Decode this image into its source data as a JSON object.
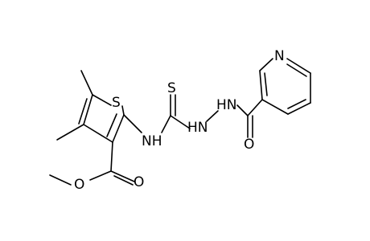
{
  "molecule": {
    "atoms": {
      "ring_sulfur": "S",
      "thioamide_nh": "NH",
      "thione_sulfur": "S",
      "hydrazine_nh": "HN",
      "hydrazine_nh2": "HN",
      "amide_oxygen": "O",
      "pyridine_nitrogen": "N",
      "ester_carbonyl_oxygen": "O",
      "ester_ether_oxygen": "O"
    }
  }
}
